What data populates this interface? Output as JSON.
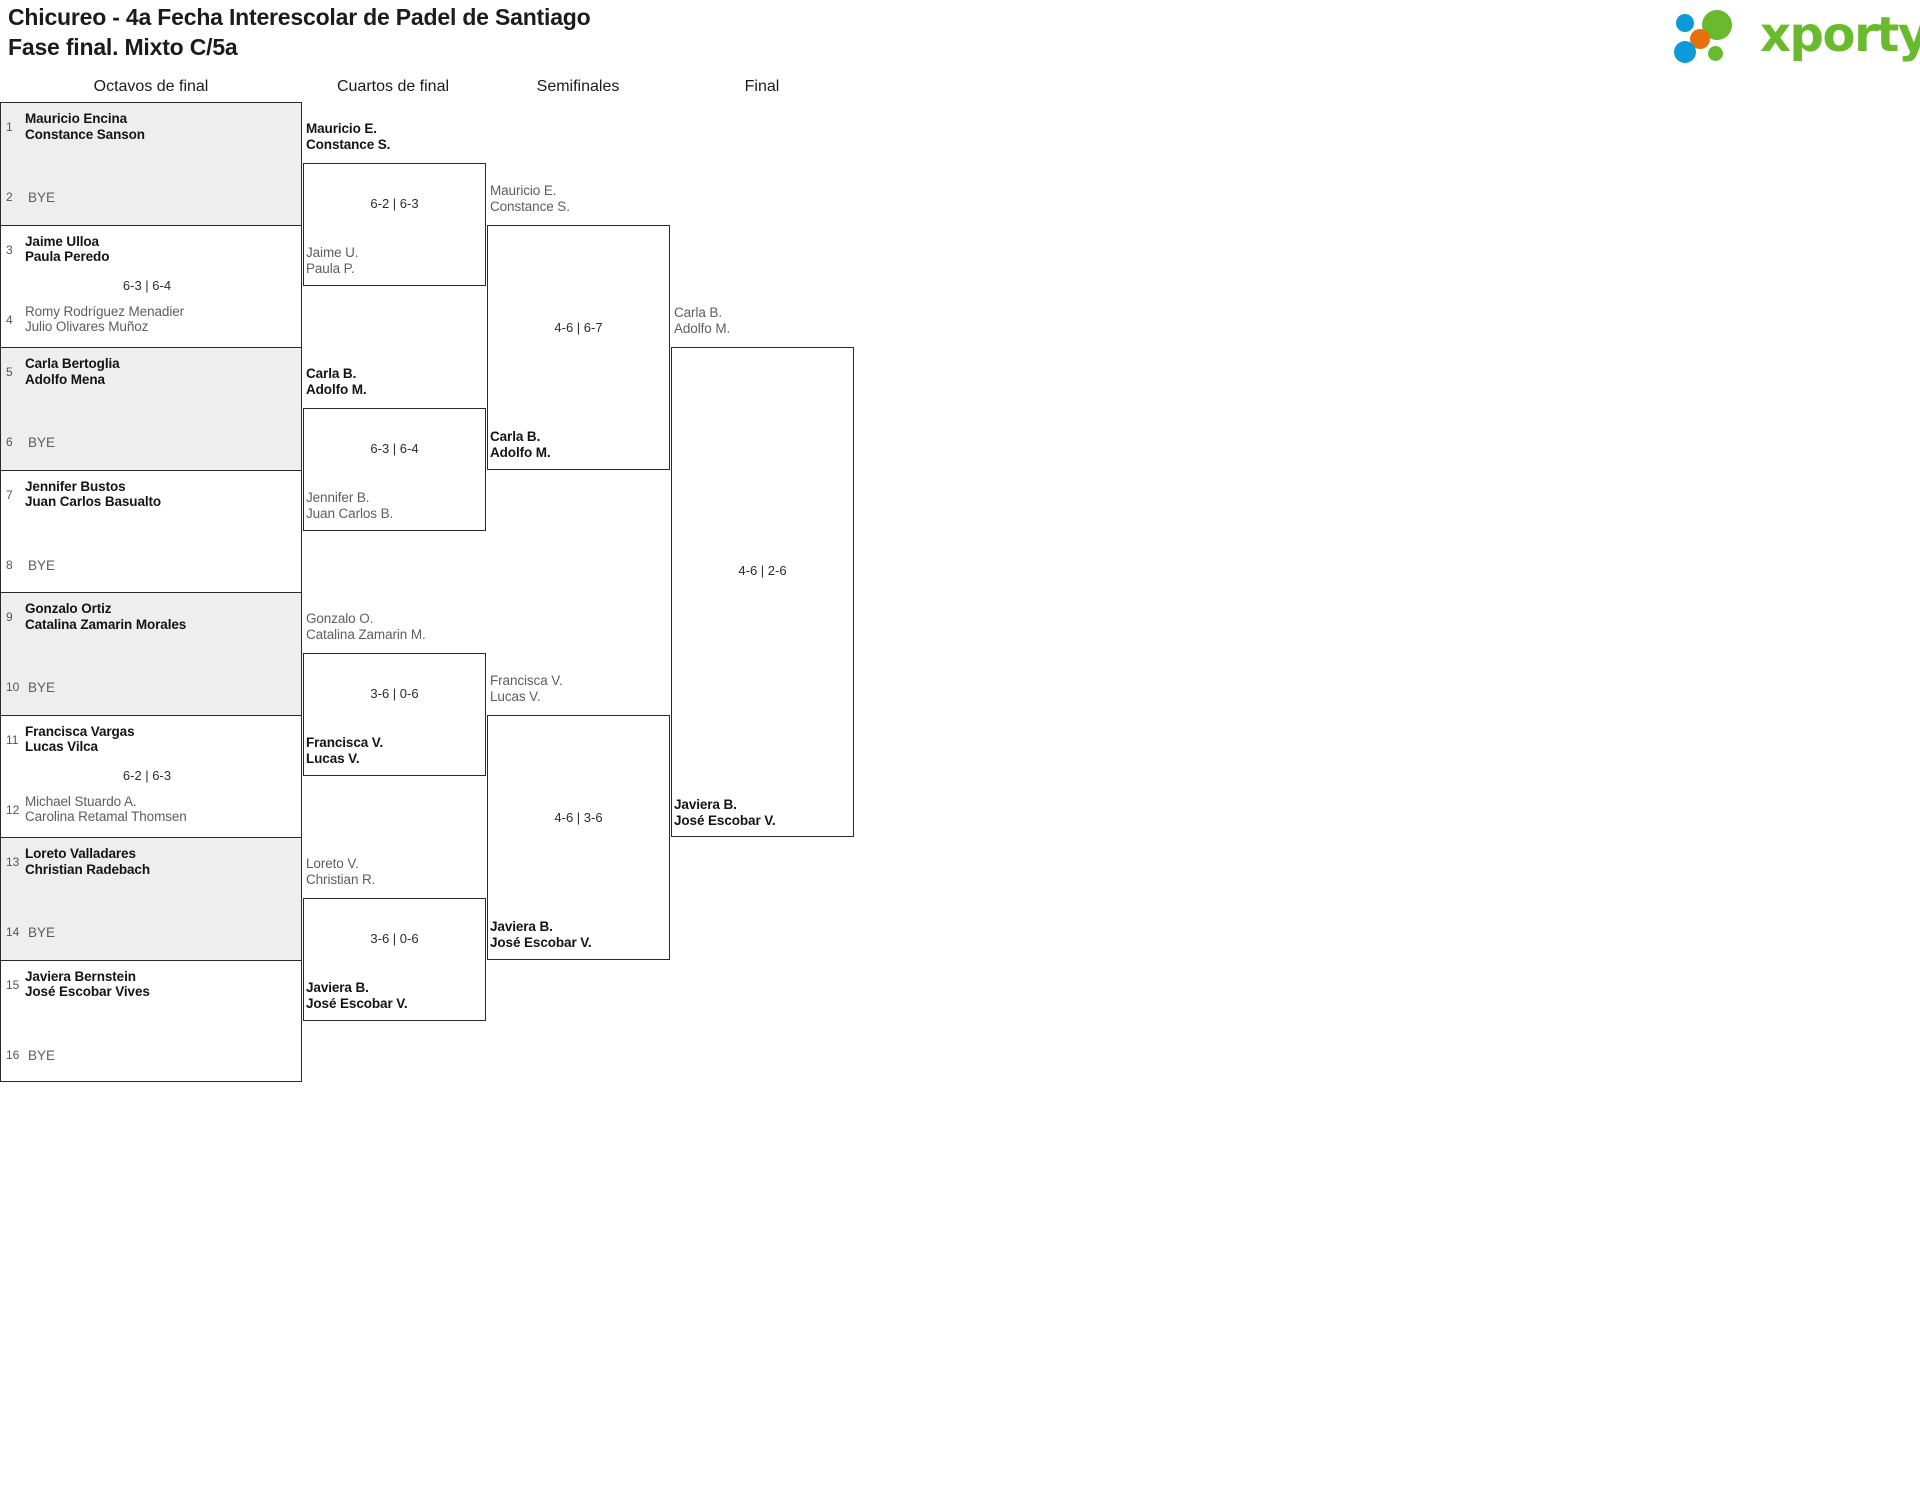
{
  "header": {
    "title_line1": "Chicureo - 4a Fecha Interescolar de Padel de Santiago",
    "title_line2": "Fase final. Mixto C/5a",
    "logo_word": "xporty",
    "logo_colors": {
      "green": "#6aba2e",
      "blue": "#0b9bd8",
      "orange": "#e8700a"
    }
  },
  "rounds": [
    {
      "label": "Octavos de final"
    },
    {
      "label": "Cuartos de final"
    },
    {
      "label": "Semifinales"
    },
    {
      "label": "Final"
    }
  ],
  "bye_label": "BYE",
  "round1": {
    "blocks": [
      {
        "shaded": true,
        "score": "",
        "top": {
          "seed": "1",
          "lines": [
            "Mauricio Encina",
            "Constance Sanson"
          ],
          "state": "winner",
          "bye": false
        },
        "bottom": {
          "seed": "2",
          "lines": [],
          "state": "loser",
          "bye": true
        }
      },
      {
        "shaded": false,
        "score": "6-3 | 6-4",
        "top": {
          "seed": "3",
          "lines": [
            "Jaime Ulloa",
            "Paula Peredo"
          ],
          "state": "winner",
          "bye": false
        },
        "bottom": {
          "seed": "4",
          "lines": [
            "Romy Rodríguez Menadier",
            "Julio Olivares Muñoz"
          ],
          "state": "loser",
          "bye": false
        }
      },
      {
        "shaded": true,
        "score": "",
        "top": {
          "seed": "5",
          "lines": [
            "Carla Bertoglia",
            "Adolfo Mena"
          ],
          "state": "winner",
          "bye": false
        },
        "bottom": {
          "seed": "6",
          "lines": [],
          "state": "loser",
          "bye": true
        }
      },
      {
        "shaded": false,
        "score": "",
        "top": {
          "seed": "7",
          "lines": [
            "Jennifer Bustos",
            "Juan Carlos Basualto"
          ],
          "state": "winner",
          "bye": false
        },
        "bottom": {
          "seed": "8",
          "lines": [],
          "state": "loser",
          "bye": true
        }
      },
      {
        "shaded": true,
        "score": "",
        "top": {
          "seed": "9",
          "lines": [
            "Gonzalo Ortiz",
            "Catalina Zamarin Morales"
          ],
          "state": "winner",
          "bye": false
        },
        "bottom": {
          "seed": "10",
          "lines": [],
          "state": "loser",
          "bye": true
        }
      },
      {
        "shaded": false,
        "score": "6-2 | 6-3",
        "top": {
          "seed": "11",
          "lines": [
            "Francisca Vargas",
            "Lucas Vilca"
          ],
          "state": "winner",
          "bye": false
        },
        "bottom": {
          "seed": "12",
          "lines": [
            "Michael Stuardo A.",
            "Carolina Retamal Thomsen"
          ],
          "state": "loser",
          "bye": false
        }
      },
      {
        "shaded": true,
        "score": "",
        "top": {
          "seed": "13",
          "lines": [
            "Loreto Valladares",
            "Christian Radebach"
          ],
          "state": "winner",
          "bye": false
        },
        "bottom": {
          "seed": "14",
          "lines": [],
          "state": "loser",
          "bye": true
        }
      },
      {
        "shaded": false,
        "score": "",
        "top": {
          "seed": "15",
          "lines": [
            "Javiera Bernstein",
            "José Escobar Vives"
          ],
          "state": "winner",
          "bye": false
        },
        "bottom": {
          "seed": "16",
          "lines": [],
          "state": "loser",
          "bye": true
        }
      }
    ]
  },
  "round2": {
    "matches": [
      {
        "score": "6-2 | 6-3",
        "top": {
          "lines": [
            "Mauricio E.",
            "Constance S."
          ],
          "state": "winner"
        },
        "bottom": {
          "lines": [
            "Jaime U.",
            "Paula P."
          ],
          "state": "loser"
        }
      },
      {
        "score": "6-3 | 6-4",
        "top": {
          "lines": [
            "Carla B.",
            "Adolfo M."
          ],
          "state": "winner"
        },
        "bottom": {
          "lines": [
            "Jennifer B.",
            "Juan Carlos B."
          ],
          "state": "loser"
        }
      },
      {
        "score": "3-6 | 0-6",
        "top": {
          "lines": [
            "Gonzalo O.",
            "Catalina Zamarin M."
          ],
          "state": "loser"
        },
        "bottom": {
          "lines": [
            "Francisca V.",
            "Lucas V."
          ],
          "state": "winner"
        }
      },
      {
        "score": "3-6 | 0-6",
        "top": {
          "lines": [
            "Loreto V.",
            "Christian R."
          ],
          "state": "loser"
        },
        "bottom": {
          "lines": [
            "Javiera B.",
            "José Escobar V."
          ],
          "state": "winner"
        }
      }
    ]
  },
  "round3": {
    "matches": [
      {
        "score": "4-6 | 6-7",
        "top": {
          "lines": [
            "Mauricio E.",
            "Constance S."
          ],
          "state": "loser"
        },
        "bottom": {
          "lines": [
            "Carla B.",
            "Adolfo M."
          ],
          "state": "winner"
        }
      },
      {
        "score": "4-6 | 3-6",
        "top": {
          "lines": [
            "Francisca V.",
            "Lucas V."
          ],
          "state": "loser"
        },
        "bottom": {
          "lines": [
            "Javiera B.",
            "José Escobar V."
          ],
          "state": "winner"
        }
      }
    ]
  },
  "round4": {
    "matches": [
      {
        "score": "4-6 | 2-6",
        "top": {
          "lines": [
            "Carla B.",
            "Adolfo M."
          ],
          "state": "loser"
        },
        "bottom": {
          "lines": [
            "Javiera B.",
            "José Escobar V."
          ],
          "state": "winner"
        }
      }
    ]
  }
}
